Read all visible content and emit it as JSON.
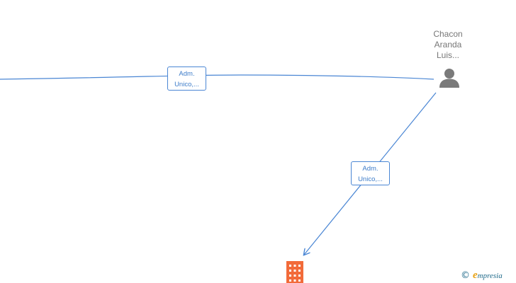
{
  "nodes": {
    "person": {
      "name_lines": [
        "Chacon",
        "Aranda",
        "Luis..."
      ],
      "icon": "person-icon",
      "color": "#7a7a7a"
    },
    "company": {
      "icon": "building-icon",
      "color": "#f26b3a"
    }
  },
  "edges": [
    {
      "label_lines": [
        "Adm.",
        "Unico,..."
      ]
    },
    {
      "label_lines": [
        "Adm.",
        "Unico,..."
      ]
    }
  ],
  "colors": {
    "edge": "#4a86d4"
  },
  "brand": {
    "copyright": "©",
    "initial": "e",
    "rest": "mpresia"
  }
}
